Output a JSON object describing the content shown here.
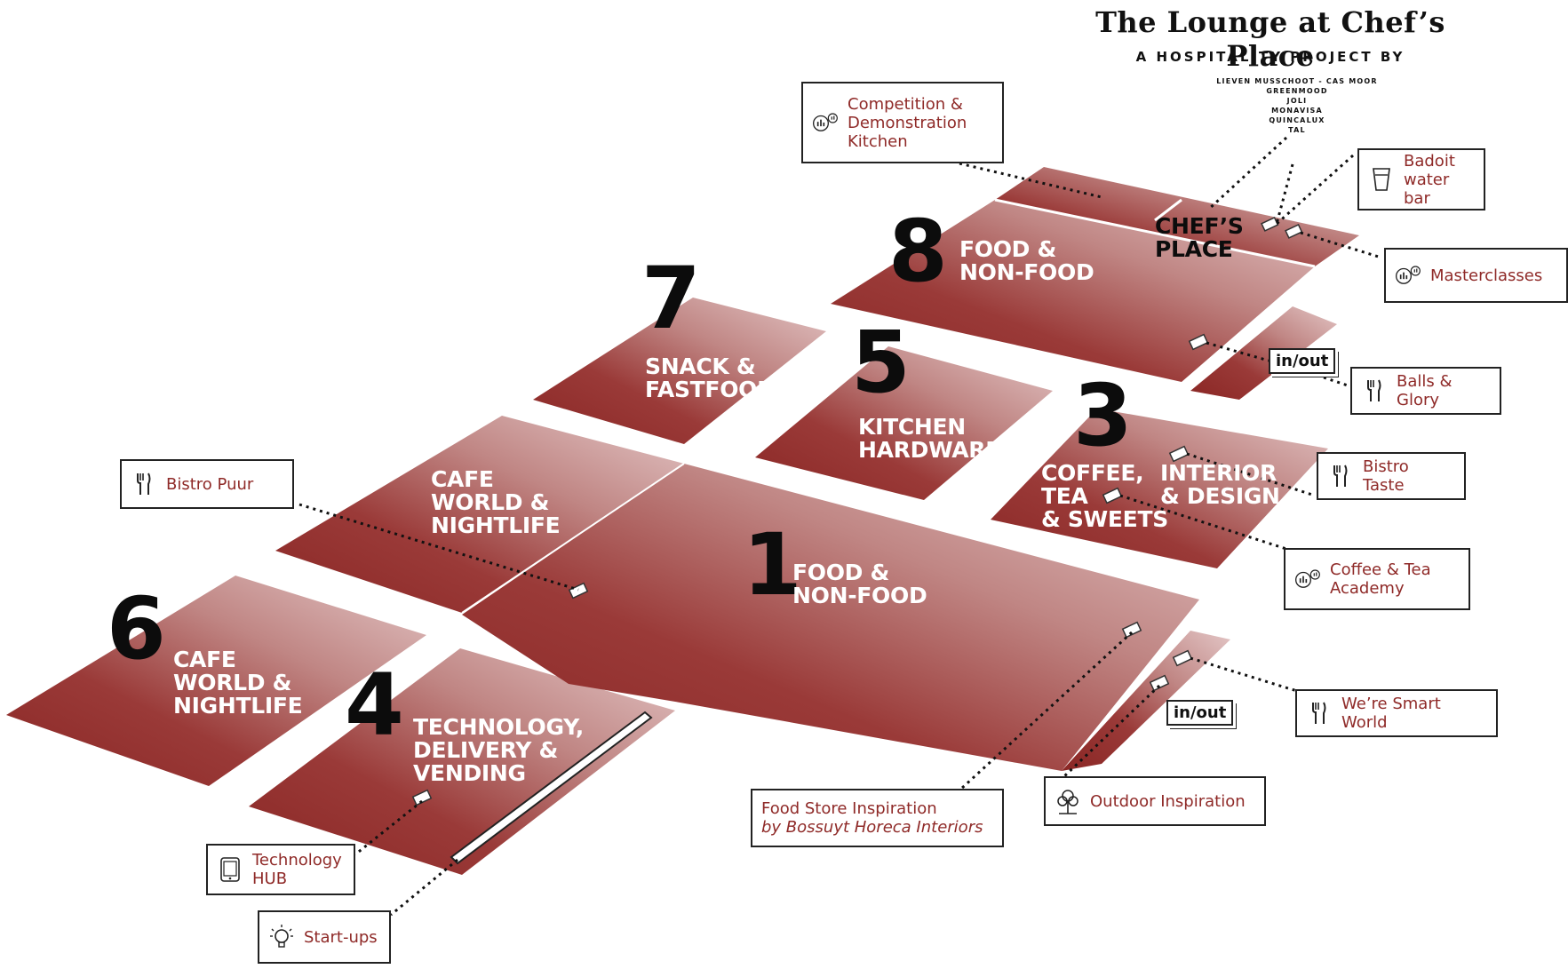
{
  "header": {
    "title": "The Lounge at Chef’s Place",
    "subtitle": "A HOSPITALITY PROJECT BY",
    "partners": [
      "LIEVEN MUSSCHOOT - CAS MOOR",
      "GREENMOOD",
      "JOLI",
      "MONAVISA",
      "QUINCALUX",
      "TAL"
    ]
  },
  "colors": {
    "zone_dark": "#8e2a28",
    "zone_light": "#dcbcbc",
    "callout_text": "#8f2a28",
    "number_text": "#0c0c0c"
  },
  "zones": [
    {
      "number": "1",
      "name": "FOOD &\nNON-FOOD"
    },
    {
      "number": "3",
      "name": "COFFEE,\nTEA\n& SWEETS",
      "name2": "INTERIOR\n& DESIGN"
    },
    {
      "number": "4",
      "name": "TECHNOLOGY,\nDELIVERY &\nVENDING"
    },
    {
      "number": "5",
      "name": "KITCHEN\nHARDWARE"
    },
    {
      "number": "6",
      "name": "CAFE\nWORLD &\nNIGHTLIFE"
    },
    {
      "number": "7",
      "name": "SNACK &\nFASTFOOD"
    },
    {
      "number": "8",
      "name": "FOOD &\nNON-FOOD"
    },
    {
      "number": "",
      "name": "CAFE\nWORLD &\nNIGHTLIFE"
    },
    {
      "number": "",
      "name": "CHEF’S\nPLACE"
    }
  ],
  "callouts": [
    {
      "label": "Competition &\nDemonstration\nKitchen",
      "icon": "masterclass-icon"
    },
    {
      "label": "Badoit\nwater bar",
      "icon": "glass-icon"
    },
    {
      "label": "Masterclasses",
      "icon": "masterclass-icon"
    },
    {
      "label": "Balls & Glory",
      "icon": "fork-knife-icon"
    },
    {
      "label": "Bistro Taste",
      "icon": "fork-knife-icon"
    },
    {
      "label": "Coffee & Tea\nAcademy",
      "icon": "masterclass-icon"
    },
    {
      "label": "We’re Smart World",
      "icon": "fork-knife-icon"
    },
    {
      "label": "Outdoor Inspiration",
      "icon": "tree-icon"
    },
    {
      "label": "Food Store Inspiration",
      "sublabel": "by Bossuyt Horeca Interiors",
      "icon": ""
    },
    {
      "label": "Bistro Puur",
      "icon": "fork-knife-icon"
    },
    {
      "label": "Technology\nHUB",
      "icon": "tablet-icon"
    },
    {
      "label": "Start-ups",
      "icon": "lightbulb-icon"
    }
  ],
  "entrances": [
    "in/out",
    "in/out"
  ]
}
